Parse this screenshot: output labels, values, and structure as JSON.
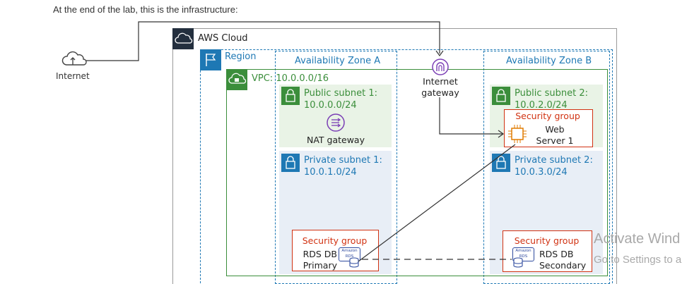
{
  "intro_text": "At the end of the lab, this is the infrastructure:",
  "internet": {
    "label": "Internet",
    "icon": "cloud-upload-icon"
  },
  "aws_cloud": {
    "label": "AWS Cloud",
    "icon": "cloud-icon"
  },
  "region": {
    "label": "Region",
    "icon": "flag-icon"
  },
  "vpc": {
    "label": "VPC: 10.0.0.0/16",
    "icon": "cloud-lock-icon"
  },
  "az_a": {
    "label": "Availability Zone A"
  },
  "az_b": {
    "label": "Availability Zone B"
  },
  "igw": {
    "line1": "Internet",
    "line2": "gateway",
    "icon": "arch-icon"
  },
  "public_subnet_1": {
    "line1": "Public subnet 1:",
    "line2": "10.0.0.0/24"
  },
  "public_subnet_2": {
    "line1": "Public subnet 2:",
    "line2": "10.0.2.0/24"
  },
  "private_subnet_1": {
    "line1": "Private subnet 1:",
    "line2": "10.0.1.0/24"
  },
  "private_subnet_2": {
    "line1": "Private subnet 2:",
    "line2": "10.0.3.0/24"
  },
  "nat_gateway": {
    "label": "NAT gateway"
  },
  "web_server": {
    "sg_label": "Security group",
    "line1": "Web",
    "line2": "Server 1"
  },
  "rds_primary": {
    "sg_label": "Security group",
    "line1": "RDS DB",
    "line2": "Primary",
    "badge1": "Amazon",
    "badge2": "RDS"
  },
  "rds_secondary": {
    "sg_label": "Security group",
    "line1": "RDS DB",
    "line2": "Secondary",
    "badge1": "Amazon",
    "badge2": "RDS"
  },
  "watermark": {
    "line1": "Activate Wind",
    "line2": "Go to Settings to a"
  },
  "colors": {
    "aws_dark": "#232f3e",
    "region_blue": "#1e78b4",
    "vpc_green": "#3b8e3b",
    "security_red": "#d13212"
  }
}
